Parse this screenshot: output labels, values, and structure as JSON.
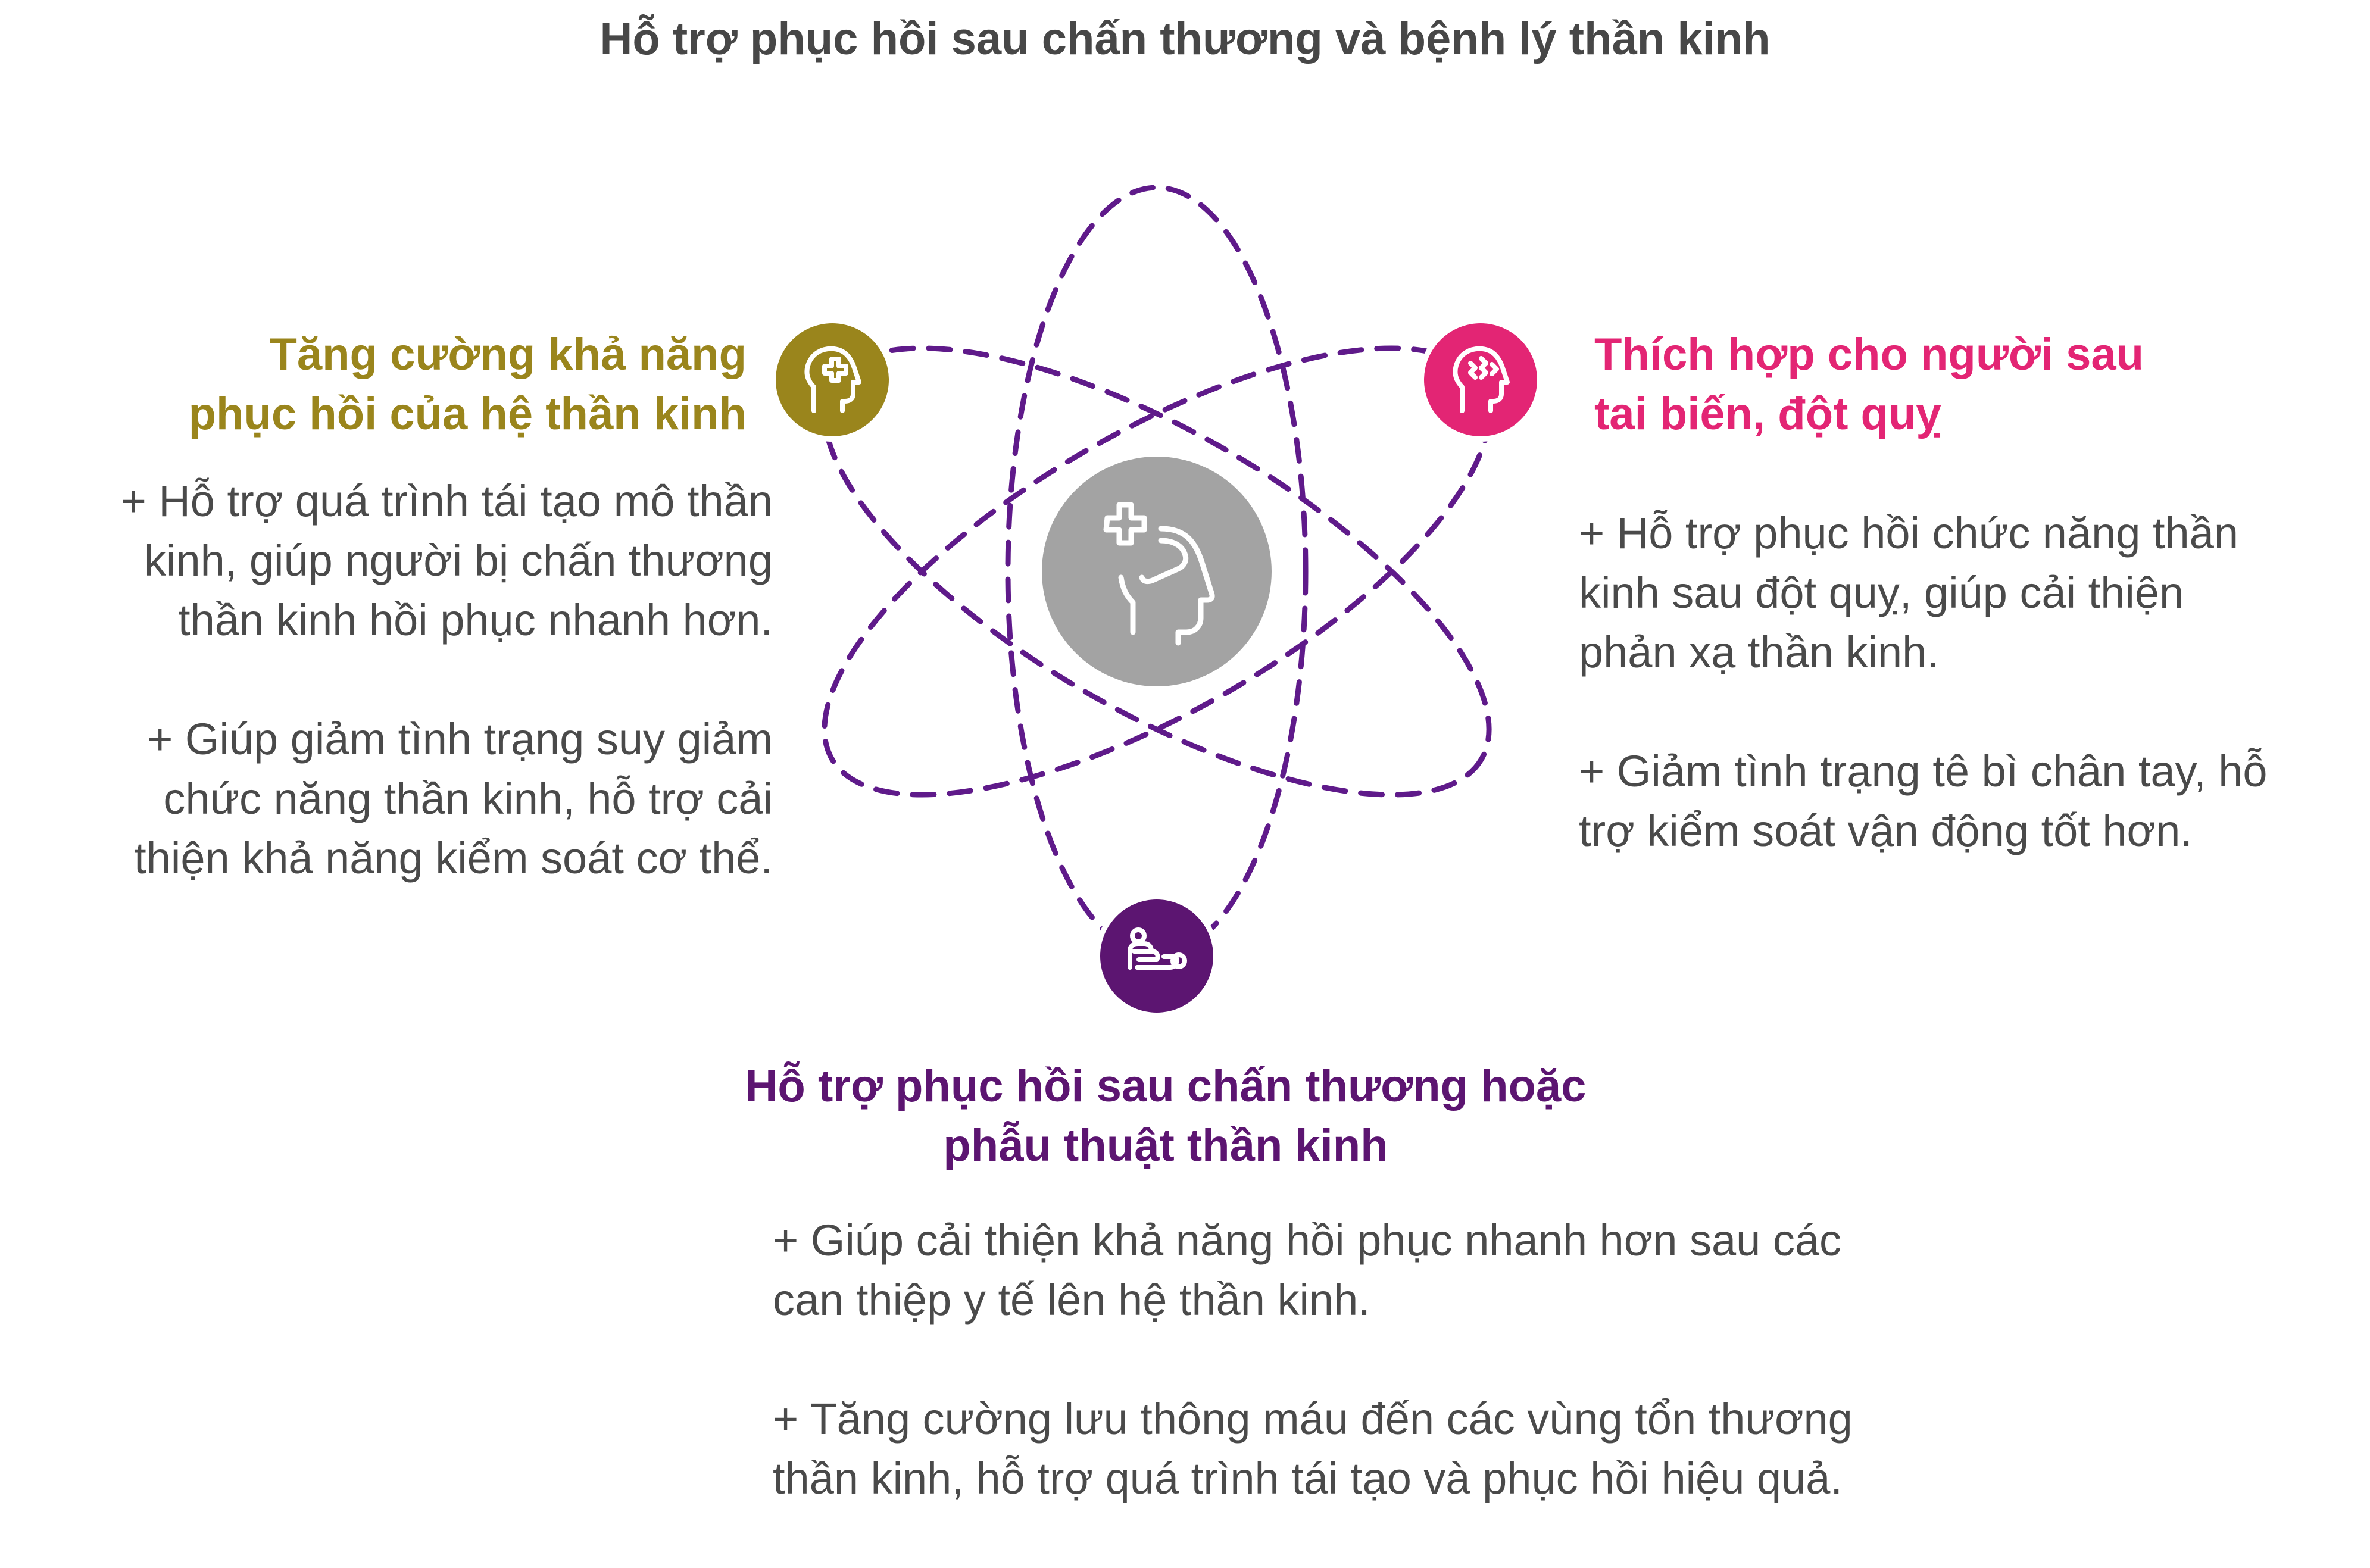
{
  "title": "Hỗ trợ phục hồi sau chấn thương và bệnh lý thần kinh",
  "colors": {
    "olive": "#9a851c",
    "pink": "#e32574",
    "purple": "#5c1571",
    "orbit": "#5f1a8a",
    "center": "#a3a3a3",
    "text": "#444444"
  },
  "center": {
    "icon": "medical-head-icon"
  },
  "left": {
    "icon": "head-plus-icon",
    "heading": [
      "Tăng cường khả năng",
      "phục hồi của hệ thần kinh"
    ],
    "paragraphs": [
      [
        "+ Hỗ trợ quá trình tái tạo mô thần",
        "kinh, giúp người bị chấn thương",
        "thần kinh hồi phục nhanh hơn."
      ],
      [
        "+ Giúp giảm tình trạng suy giảm",
        "chức năng thần kinh, hỗ trợ cải",
        "thiện khả năng kiểm soát cơ thể."
      ]
    ]
  },
  "right": {
    "icon": "brain-head-icon",
    "heading": [
      "Thích hợp cho người sau",
      "tai biến, đột quỵ"
    ],
    "paragraphs": [
      [
        "+ Hỗ trợ phục hồi chức năng thần",
        "kinh sau đột quỵ, giúp cải thiện",
        "phản xạ thần kinh."
      ],
      [
        "+ Giảm tình trạng tê bì chân tay, hỗ",
        "trợ kiểm soát vận động tốt hơn."
      ]
    ]
  },
  "bottom": {
    "icon": "massage-therapy-icon",
    "heading": [
      "Hỗ trợ phục hồi sau chấn thương hoặc",
      "phẫu thuật thần kinh"
    ],
    "paragraphs": [
      [
        "+ Giúp cải thiện khả năng hồi phục nhanh hơn sau các",
        "can thiệp y tế lên hệ thần kinh."
      ],
      [
        "+ Tăng cường lưu thông máu đến các vùng tổn thương",
        "thần kinh, hỗ trợ quá trình tái tạo và phục hồi hiệu quả."
      ]
    ]
  }
}
